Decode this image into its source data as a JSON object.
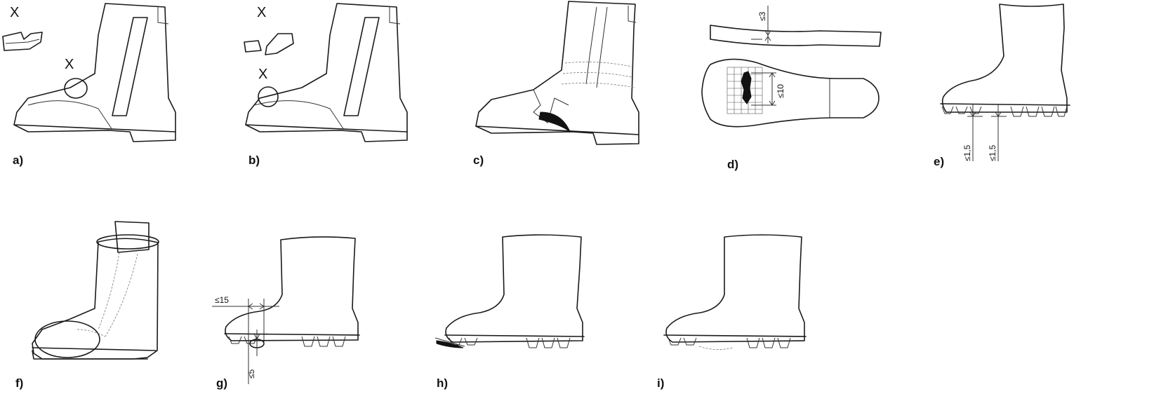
{
  "panels": {
    "a": {
      "label": "a)",
      "marks": [
        "X",
        "X"
      ]
    },
    "b": {
      "label": "b)",
      "marks": [
        "X",
        "X"
      ]
    },
    "c": {
      "label": "c)"
    },
    "d": {
      "label": "d)",
      "dims": [
        "≤3",
        "≤10"
      ]
    },
    "e": {
      "label": "e)",
      "dims": [
        "≤1,5",
        "≤1,5"
      ]
    },
    "f": {
      "label": "f)"
    },
    "g": {
      "label": "g)",
      "dims": [
        "≤15",
        "≤5"
      ]
    },
    "h": {
      "label": "h)"
    },
    "i": {
      "label": "i)"
    }
  }
}
